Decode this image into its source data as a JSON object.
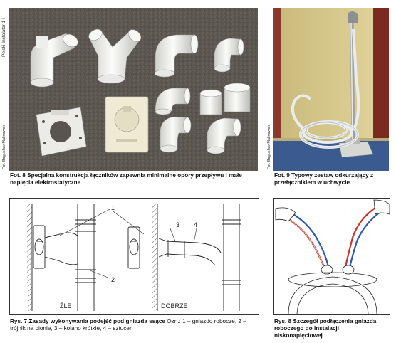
{
  "side_label": "Polski Instalator 1 I",
  "photo1": {
    "credit": "Fot. Bogusław Malinowski",
    "caption_bold": "Fot. 8 Specjalna konstrukcja łączników zapewnia minimalne opory przepływu i małe napięcia elektrostatyczne"
  },
  "photo2": {
    "credit": "Fot. Bogusław Malinowski",
    "caption_bold": "Fot. 9 Typowy zestaw odkurzający z przełącznikiem w uchwycie"
  },
  "figure7": {
    "label_wrong": "ŹLE",
    "label_right": "DOBRZE",
    "callouts": [
      "1",
      "2",
      "3",
      "4"
    ],
    "caption_bold": "Rys. 7 Zasady wykonywania podejść pod gniazda ssące",
    "caption_rest": "Ozn.: 1 – gniazdo robocze, 2 – trójnik na pionie, 3 – kolano krótkie, 4 – sztucer"
  },
  "figure8": {
    "caption_bold": "Rys. 8 Szczegół podłączenia gniazda roboczego do instalacji niskonapięciowej"
  },
  "colors": {
    "carpet": "#5a5450",
    "fitting": "#f2f2ee",
    "wall": "#d8c98a",
    "wire_red": "#c8322a",
    "wire_blue": "#2f55b8"
  }
}
